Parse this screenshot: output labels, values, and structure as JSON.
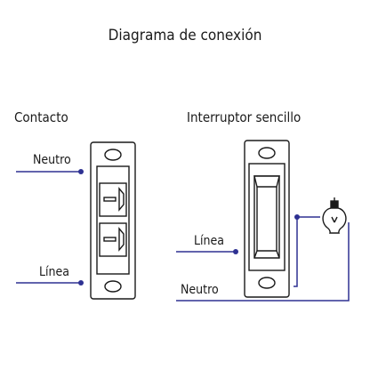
{
  "title": "Diagrama de conexión",
  "devices": {
    "outlet": {
      "label": "Contacto"
    },
    "switch": {
      "label": "Interruptor sencillo"
    }
  },
  "wires": {
    "outlet_neutral": "Neutro",
    "outlet_line": "Línea",
    "switch_line": "Línea",
    "switch_neutral": "Neutro"
  },
  "colors": {
    "wire": "#2e3192",
    "outline": "#1a1a1a",
    "background": "#ffffff"
  },
  "icons": [
    "light-bulb-icon"
  ]
}
